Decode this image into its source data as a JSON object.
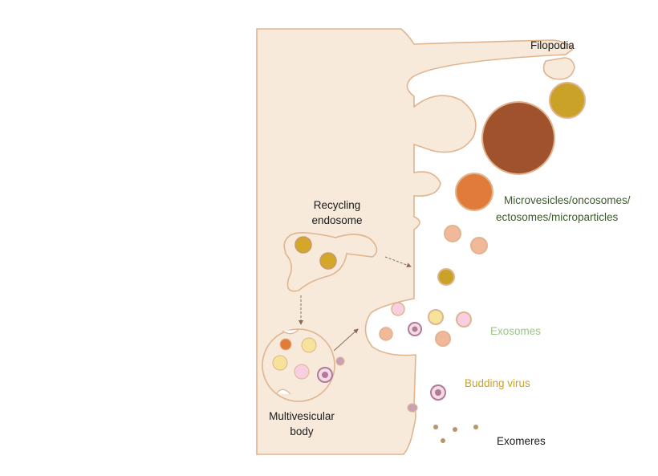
{
  "labels": {
    "filopodia": "Filopodia",
    "microvesicles_line1": "Microvesicles/oncosomes/",
    "microvesicles_line2": "ectosomes/microparticles",
    "recycling_line1": "Recycling",
    "recycling_line2": "endosome",
    "exosomes": "Exosomes",
    "budding_virus": "Budding virus",
    "multivesicular_line1": "Multivesicular",
    "multivesicular_line2": "body",
    "exomeres": "Exomeres"
  },
  "colors": {
    "cell_fill": "#f7eadb",
    "cell_outline": "#e0b48f",
    "microvesicles_label": "#3b5a2a",
    "exosomes_label": "#9fc48a",
    "budding_virus_label": "#c9a227",
    "large_vesicle": "#a0522d",
    "orange_vesicle": "#e07b39",
    "mustard_vesicle": "#c9a227",
    "salmon_vesicle": "#f1b89a",
    "yellow_vesicle": "#f5e39a",
    "pink_vesicle": "#f8cfe0",
    "virus": "#b07a9a",
    "exomere": "#b8956a"
  }
}
